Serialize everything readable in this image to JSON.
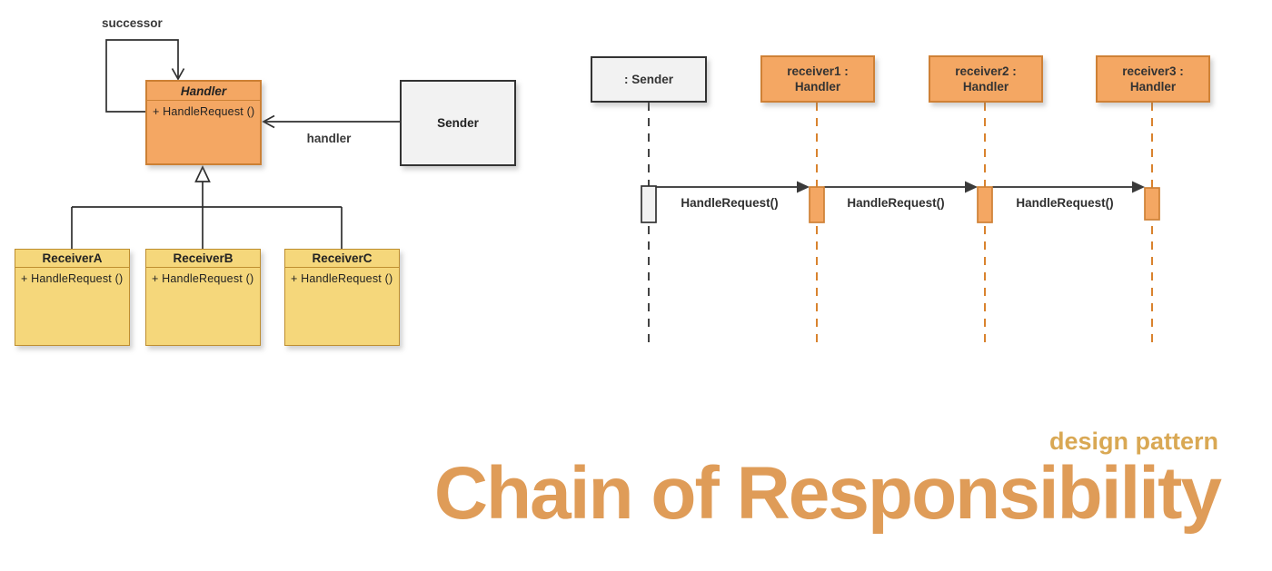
{
  "colors": {
    "handler_fill": "#F4A763",
    "handler_border": "#CC8034",
    "receiver_fill": "#F5D77B",
    "receiver_border": "#BE8E2F",
    "neutral_fill": "#F2F2F2",
    "neutral_border": "#333333",
    "connector_line": "#2F2F2F",
    "lifeline_orange": "#D9832E",
    "heading_color": "#DF9C58",
    "kicker_color": "#D9A854"
  },
  "class_diagram": {
    "successor_label": "successor",
    "handler_label": "handler",
    "handler": {
      "name": "Handler",
      "method": "+ HandleRequest ()"
    },
    "sender": {
      "name": "Sender"
    },
    "receivers": [
      {
        "name": "ReceiverA",
        "method": "+ HandleRequest ()"
      },
      {
        "name": "ReceiverB",
        "method": "+ HandleRequest ()"
      },
      {
        "name": "ReceiverC",
        "method": "+ HandleRequest ()"
      }
    ]
  },
  "sequence_diagram": {
    "sender": {
      "label": ": Sender"
    },
    "receivers": [
      {
        "line1": "receiver1 :",
        "line2": "Handler"
      },
      {
        "line1": "receiver2 :",
        "line2": "Handler"
      },
      {
        "line1": "receiver3 :",
        "line2": "Handler"
      }
    ],
    "messages": [
      {
        "label": "HandleRequest()"
      },
      {
        "label": "HandleRequest()"
      },
      {
        "label": "HandleRequest()"
      }
    ]
  },
  "title": {
    "kicker": "design pattern",
    "heading": "Chain of Responsibility"
  }
}
